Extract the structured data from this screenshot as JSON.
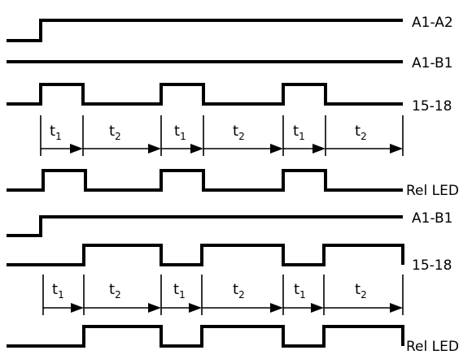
{
  "colors": {
    "line": "#000000",
    "background": "#ffffff"
  },
  "signals": [
    {
      "name": "A1-A2",
      "levels": [
        0,
        1
      ]
    },
    {
      "name": "A1-B1",
      "levels": [
        1
      ]
    },
    {
      "name": "15-18",
      "levels": [
        0,
        1,
        0,
        1,
        0,
        1,
        0
      ]
    },
    {
      "name": "Rel LED",
      "levels": [
        0,
        1,
        0,
        1,
        0,
        1,
        0
      ]
    },
    {
      "name": "A1-B1",
      "levels": [
        0,
        1
      ]
    },
    {
      "name": "15-18",
      "levels": [
        0,
        1,
        0,
        1,
        0,
        1,
        0
      ]
    },
    {
      "name": "Rel LED",
      "levels": [
        0,
        1,
        0,
        1,
        0,
        1,
        0
      ]
    }
  ],
  "intervals": [
    {
      "main": "t",
      "sub": "1"
    },
    {
      "main": "t",
      "sub": "2"
    },
    {
      "main": "t",
      "sub": "1"
    },
    {
      "main": "t",
      "sub": "2"
    },
    {
      "main": "t",
      "sub": "1"
    },
    {
      "main": "t",
      "sub": "2"
    }
  ]
}
